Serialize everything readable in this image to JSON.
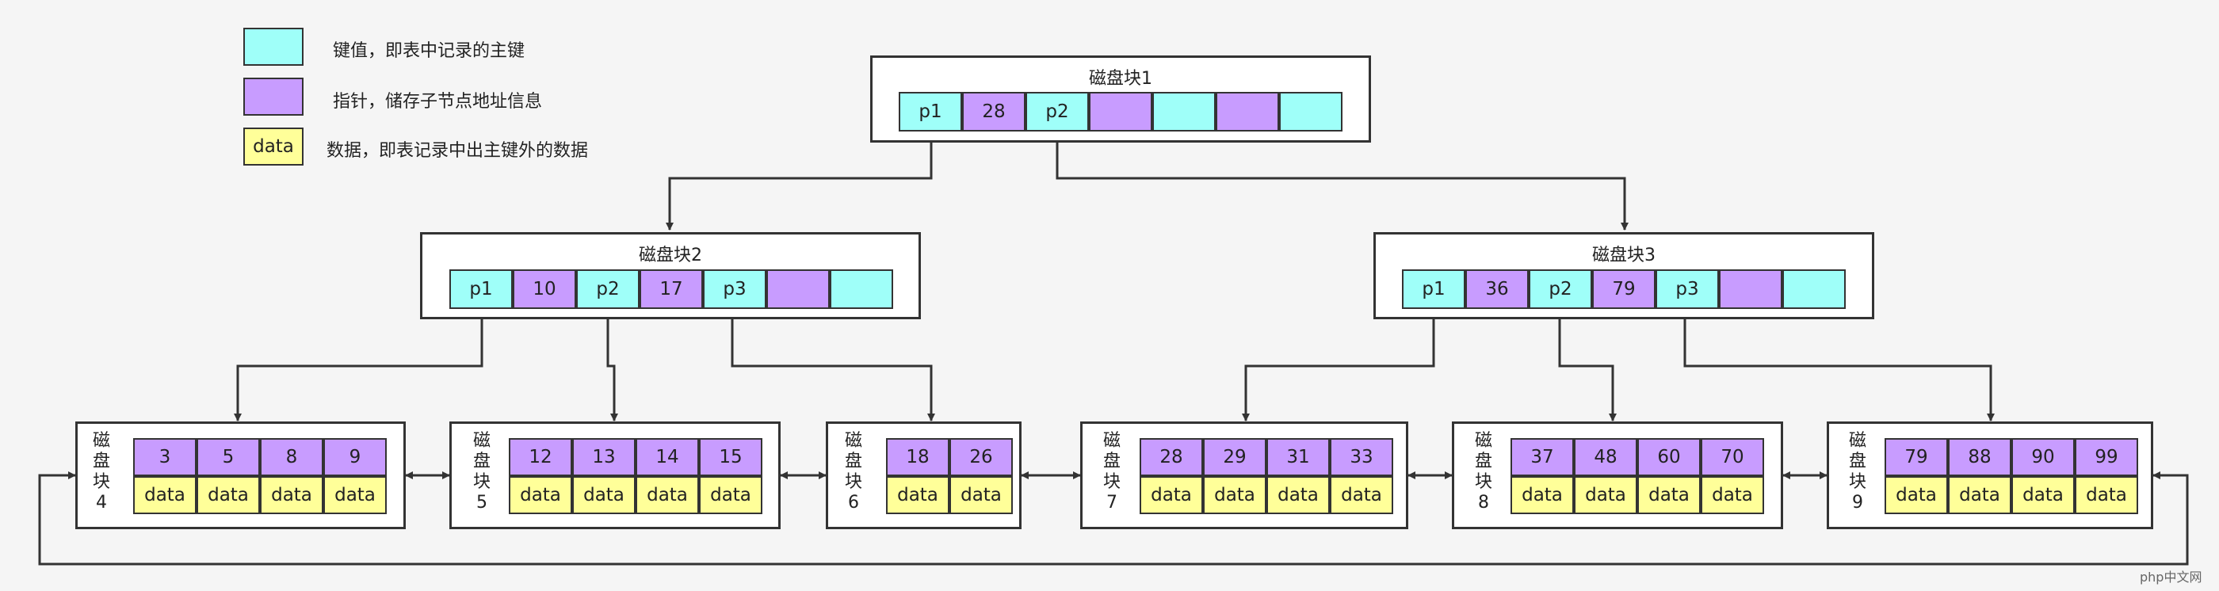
{
  "legend": [
    {
      "swatch_label": "",
      "text": "键值，即表中记录的主键",
      "color": "#9ffff9"
    },
    {
      "swatch_label": "",
      "text": "指针，储存子节点地址信息",
      "color": "#c89cff"
    },
    {
      "swatch_label": "data",
      "text": "数据，即表记录中出主键外的数据",
      "color": "#ffff99"
    }
  ],
  "root": {
    "title": "磁盘块1",
    "cells": [
      "p1",
      "28",
      "p2",
      "",
      "",
      "",
      ""
    ]
  },
  "mid": [
    {
      "title": "磁盘块2",
      "cells": [
        "p1",
        "10",
        "p2",
        "17",
        "p3",
        "",
        ""
      ]
    },
    {
      "title": "磁盘块3",
      "cells": [
        "p1",
        "36",
        "p2",
        "79",
        "p3",
        "",
        ""
      ]
    }
  ],
  "leaves": [
    {
      "label": [
        "磁",
        "盘",
        "块",
        "4"
      ],
      "keys": [
        "3",
        "5",
        "8",
        "9"
      ],
      "data": [
        "data",
        "data",
        "data",
        "data"
      ]
    },
    {
      "label": [
        "磁",
        "盘",
        "块",
        "5"
      ],
      "keys": [
        "12",
        "13",
        "14",
        "15"
      ],
      "data": [
        "data",
        "data",
        "data",
        "data"
      ]
    },
    {
      "label": [
        "磁",
        "盘",
        "块",
        "6"
      ],
      "keys": [
        "18",
        "26"
      ],
      "data": [
        "data",
        "data"
      ]
    },
    {
      "label": [
        "磁",
        "盘",
        "块",
        "7"
      ],
      "keys": [
        "28",
        "29",
        "31",
        "33"
      ],
      "data": [
        "data",
        "data",
        "data",
        "data"
      ]
    },
    {
      "label": [
        "磁",
        "盘",
        "块",
        "8"
      ],
      "keys": [
        "37",
        "48",
        "60",
        "70"
      ],
      "data": [
        "data",
        "data",
        "data",
        "data"
      ]
    },
    {
      "label": [
        "磁",
        "盘",
        "块",
        "9"
      ],
      "keys": [
        "79",
        "88",
        "90",
        "99"
      ],
      "data": [
        "data",
        "data",
        "data",
        "data"
      ]
    }
  ],
  "watermark": "php中文网",
  "colors": {
    "key": "#9ffff9",
    "pointer": "#c89cff",
    "data": "#ffff99",
    "line": "#333333"
  }
}
